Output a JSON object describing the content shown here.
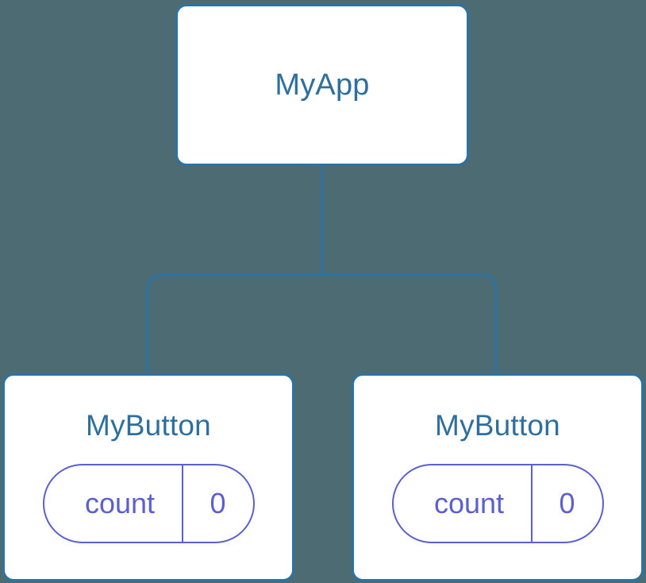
{
  "diagram": {
    "type": "component-tree",
    "background_color": "#4C6B73",
    "node_border_color": "#2D73A2",
    "node_title_color": "#2E6F9E",
    "state_accent_color": "#5B5FD0",
    "edge_color": "#2D73A2"
  },
  "root": {
    "title": "MyApp"
  },
  "children": [
    {
      "title": "MyButton",
      "state": {
        "key": "count",
        "value": "0"
      }
    },
    {
      "title": "MyButton",
      "state": {
        "key": "count",
        "value": "0"
      }
    }
  ]
}
